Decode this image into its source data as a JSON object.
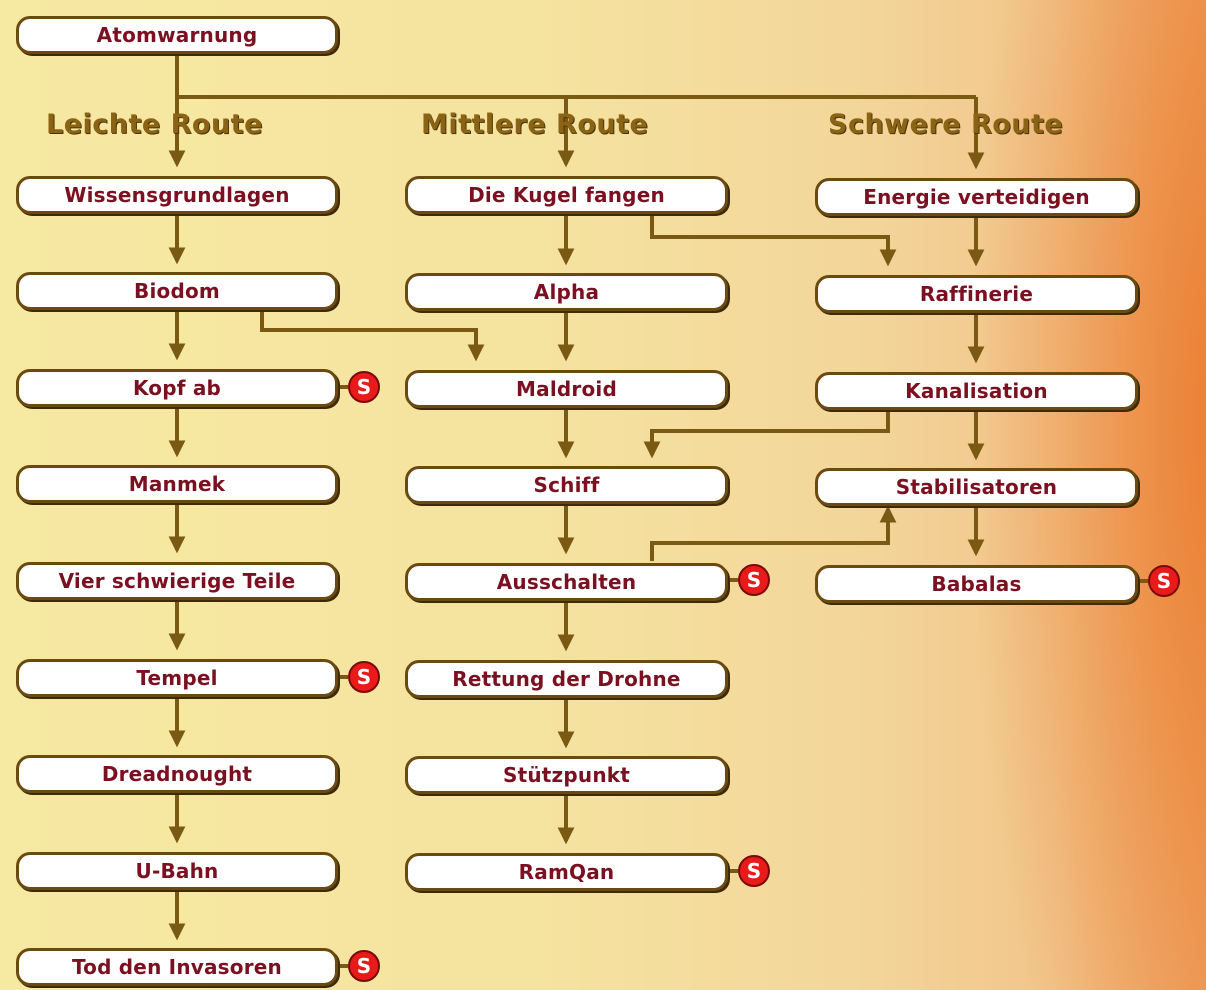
{
  "start": "Atomwarnung",
  "routes": {
    "easy": "Leichte Route",
    "medium": "Mittlere Route",
    "hard": "Schwere Route"
  },
  "easy_route": [
    "Wissensgrundlagen",
    "Biodom",
    "Kopf ab",
    "Manmek",
    "Vier schwierige Teile",
    "Tempel",
    "Dreadnought",
    "U-Bahn",
    "Tod den Invasoren"
  ],
  "medium_route": [
    "Die Kugel fangen",
    "Alpha",
    "Maldroid",
    "Schiff",
    "Ausschalten",
    "Rettung der Drohne",
    "Stützpunkt",
    "RamQan"
  ],
  "hard_route": [
    "Energie verteidigen",
    "Raffinerie",
    "Kanalisation",
    "Stabilisatoren",
    "Babalas"
  ],
  "badge_label": "S",
  "colors": {
    "connector": "#7a5a12",
    "node_text": "#7a1020",
    "node_border": "#6b4a10",
    "heading_text": "#8a6414",
    "badge_fill": "#e81a1a"
  }
}
